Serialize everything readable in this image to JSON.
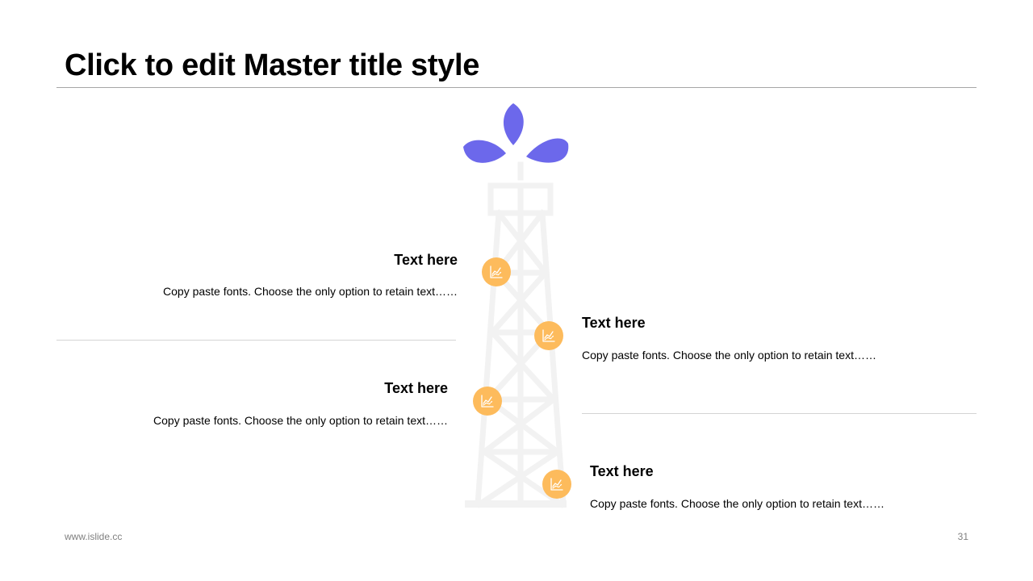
{
  "slide": {
    "title": "Click to edit Master title style",
    "accent_color": "#6c68eb",
    "badge_color": "#fdbb5c",
    "tower_color": "#f2f2f2"
  },
  "items": [
    {
      "heading": "Text here",
      "body": "Copy paste fonts. Choose the only option to retain text……",
      "icon": "line-chart-icon"
    },
    {
      "heading": "Text here",
      "body": "Copy paste fonts. Choose the only option to retain text……",
      "icon": "line-chart-icon"
    },
    {
      "heading": "Text here",
      "body": "Copy paste fonts. Choose the only option to retain text……",
      "icon": "line-chart-icon"
    },
    {
      "heading": "Text here",
      "body": "Copy paste fonts. Choose the only option to retain text……",
      "icon": "line-chart-icon"
    }
  ],
  "footer": {
    "website": "www.islide.cc",
    "page_number": "31"
  }
}
